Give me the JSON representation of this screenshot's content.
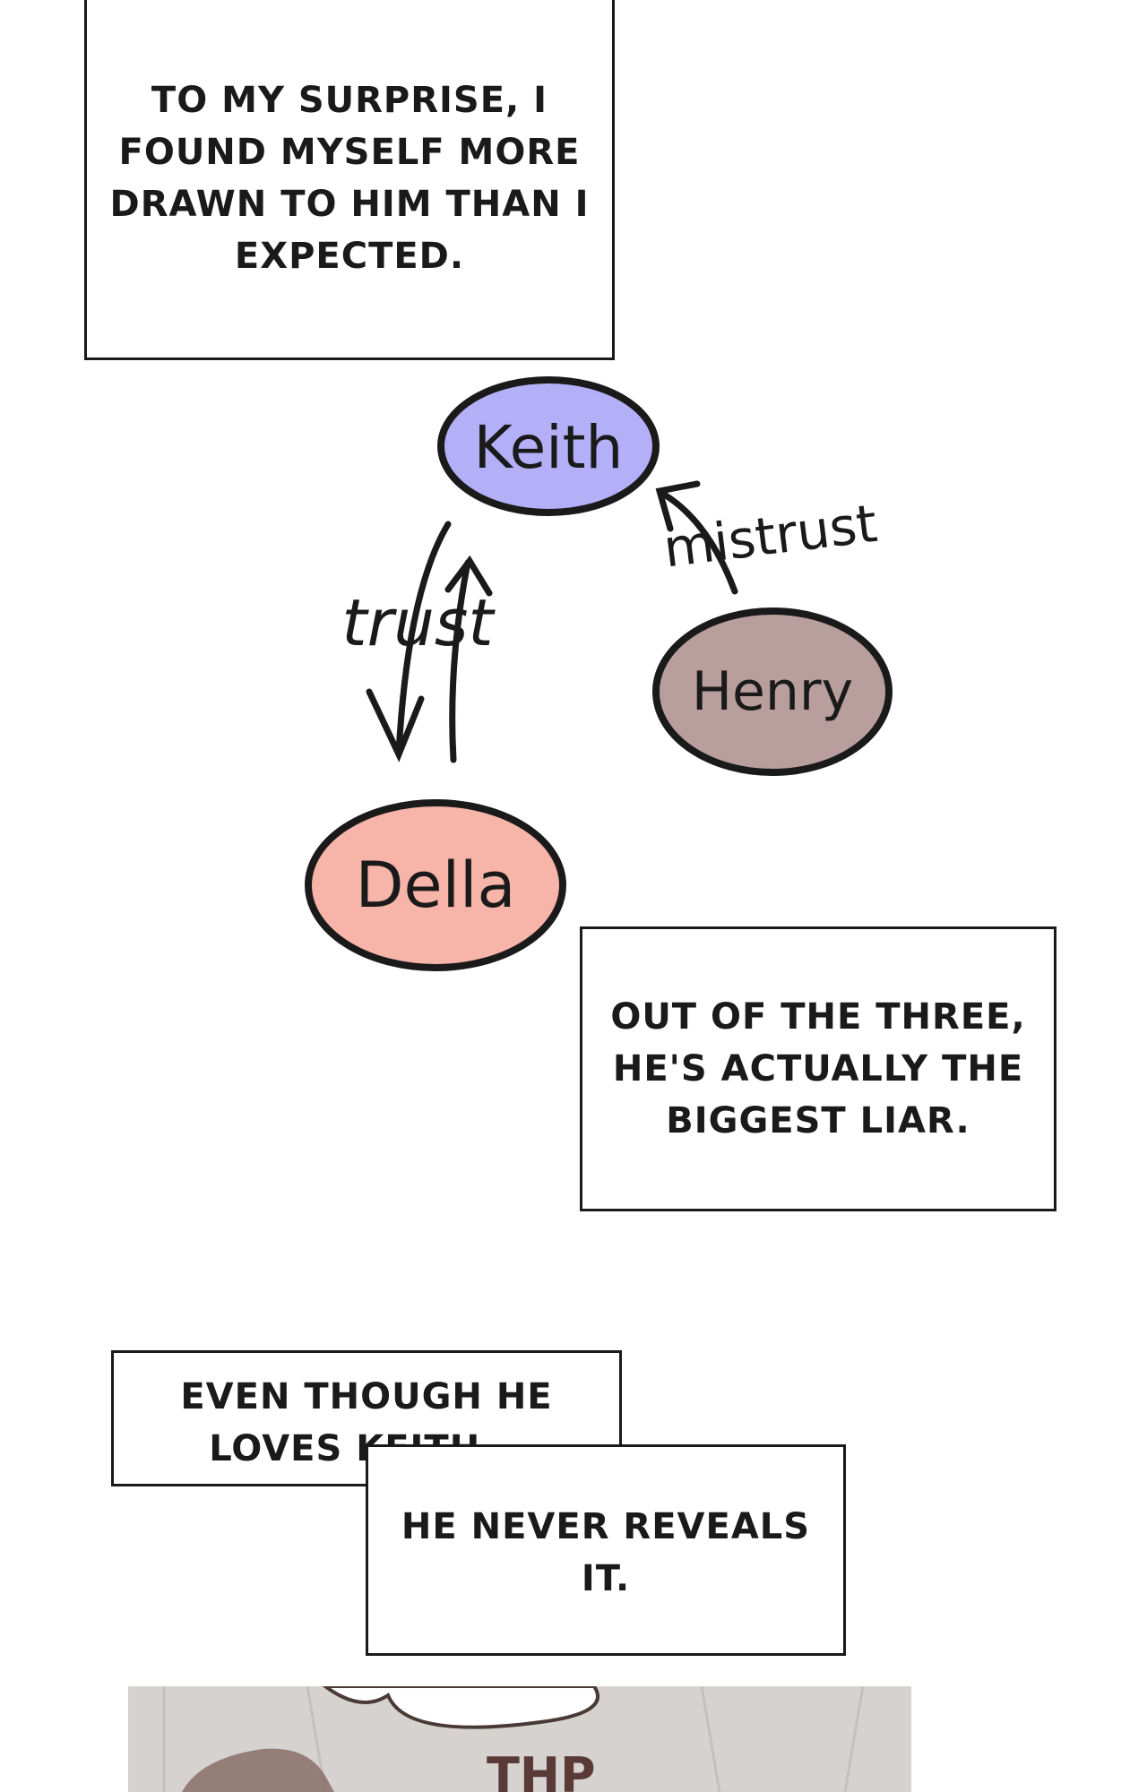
{
  "captions": {
    "drawn_to_him": "TO MY SURPRISE, I FOUND MYSELF MORE DRAWN TO HIM THAN I EXPECTED.",
    "biggest_liar": "OUT OF THE THREE, HE'S ACTUALLY THE BIGGEST LIAR.",
    "loves_keith": "EVEN THOUGH HE LOVES KEITH...",
    "never_reveals": "HE NEVER REVEALS IT."
  },
  "diagram": {
    "nodes": {
      "keith": {
        "label": "Keith",
        "color": "#b3b0f7"
      },
      "henry": {
        "label": "Henry",
        "color": "#b89e9c"
      },
      "della": {
        "label": "Della",
        "color": "#f7b4a8"
      }
    },
    "relations": {
      "trust": "trust",
      "mistrust": "mistrust"
    }
  },
  "art_panel": {
    "sfx_text": "THP"
  }
}
